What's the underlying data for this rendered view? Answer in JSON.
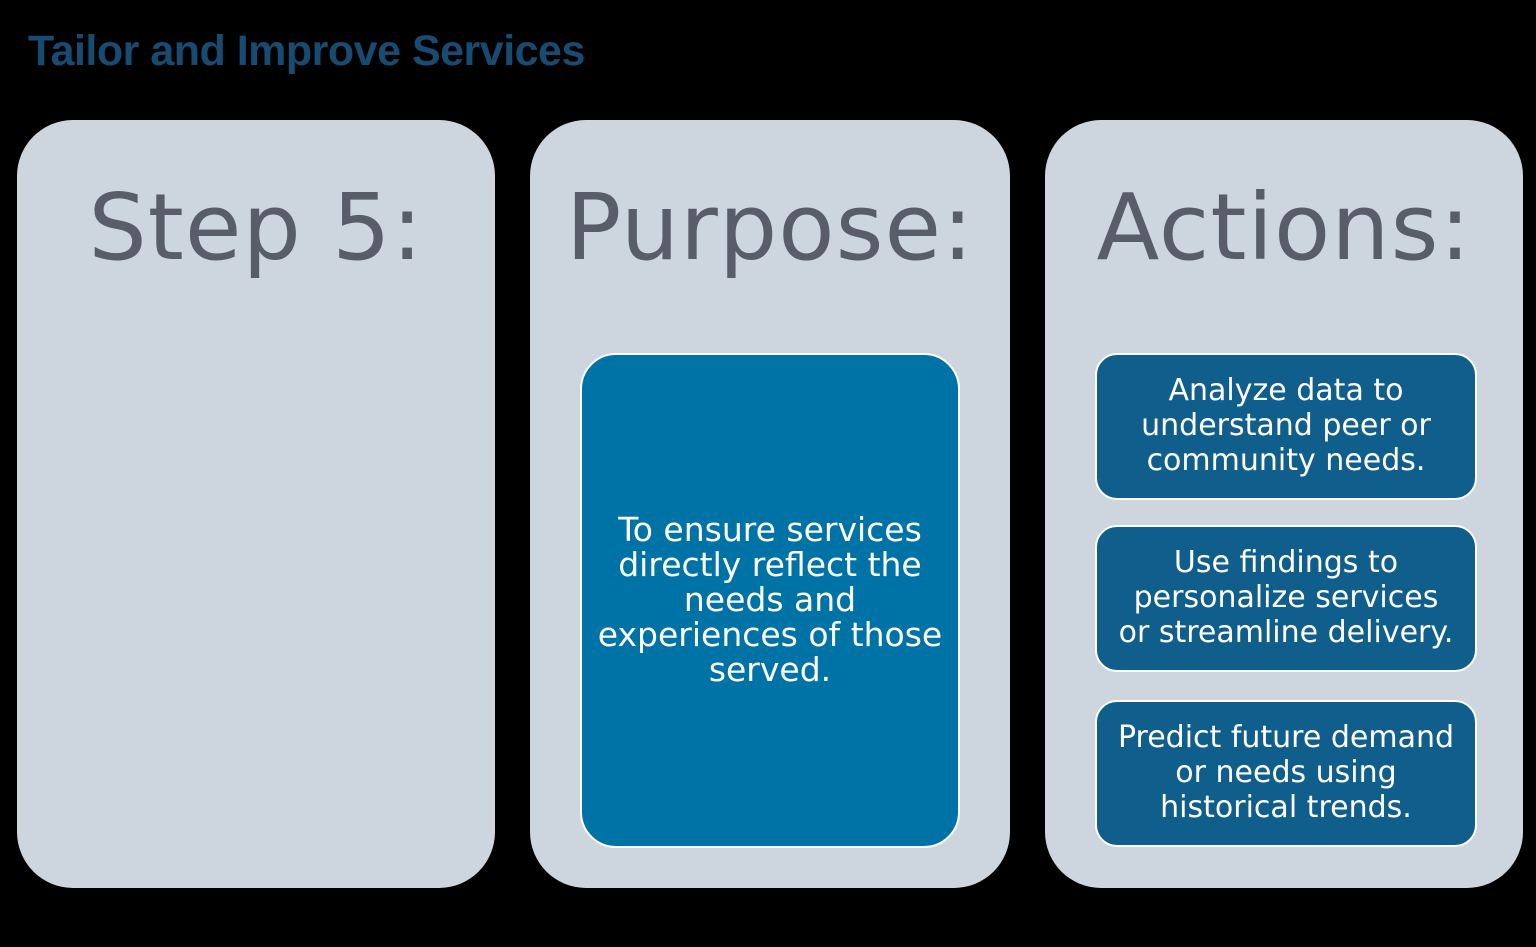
{
  "title": "Tailor and Improve Services",
  "colors": {
    "background": "#000000",
    "column_bg": "#CDD5DF",
    "header_text": "#585D69",
    "title_text": "#174B72",
    "purpose_box_bg": "#0073A6",
    "action_box_bg": "#0F5E8C",
    "box_text": "#FFFFFF",
    "box_border": "#FFFFFF"
  },
  "columns": [
    {
      "header": "Step 5:"
    },
    {
      "header": "Purpose:",
      "box": {
        "lines": [
          "To ensure services",
          "directly reflect the",
          "needs and",
          "experiences of those",
          "served."
        ]
      }
    },
    {
      "header": "Actions:",
      "boxes": [
        {
          "lines": [
            "Analyze data to",
            "understand peer or",
            "community needs."
          ]
        },
        {
          "lines": [
            "Use findings to",
            "personalize services",
            "or streamline delivery."
          ]
        },
        {
          "lines": [
            "Predict future demand",
            "or needs using",
            "historical trends."
          ]
        }
      ]
    }
  ]
}
